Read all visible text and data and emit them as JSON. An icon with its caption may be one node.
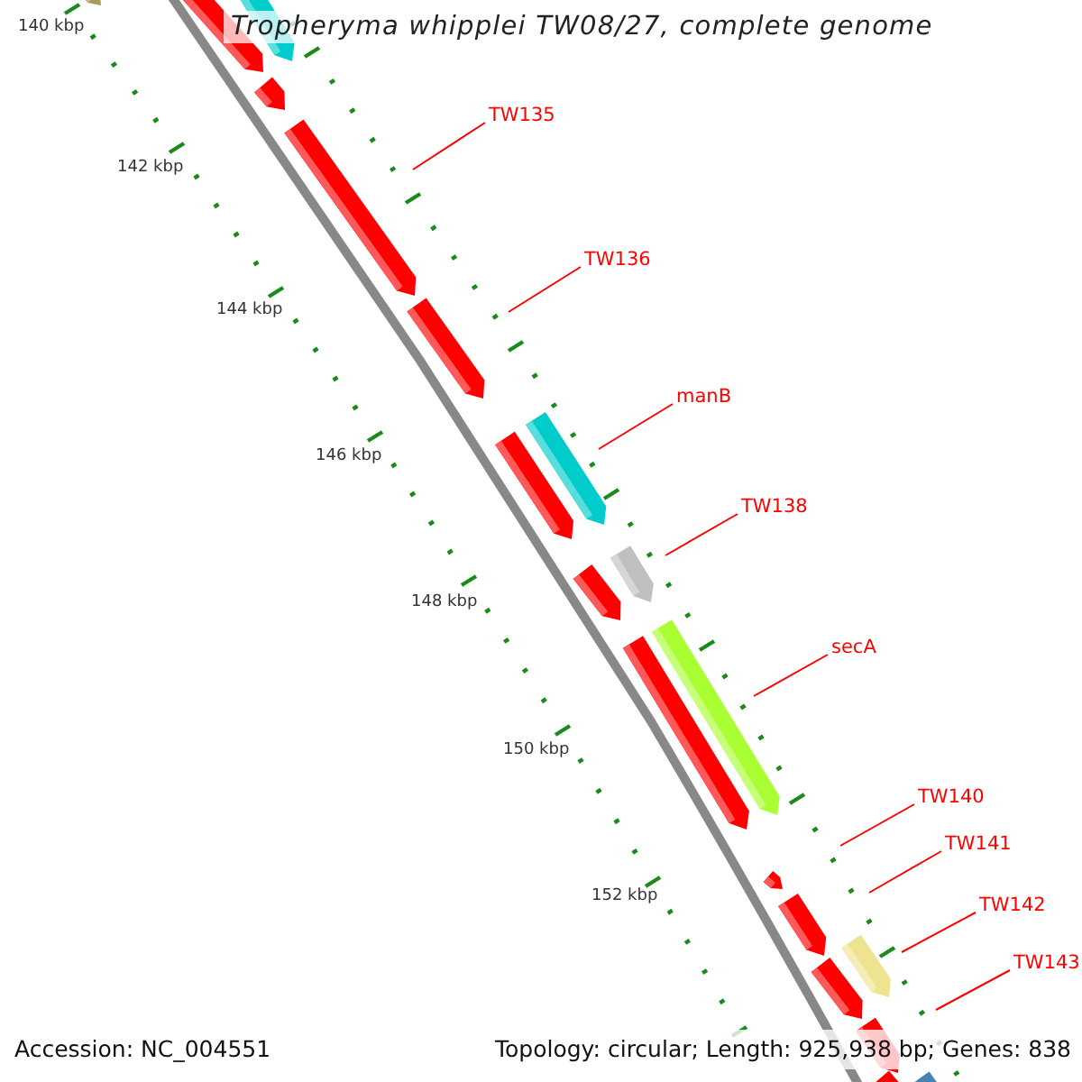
{
  "diagram": {
    "title": "Tropheryma whipplei TW08/27, complete genome",
    "nodes": [
      {
        "text": [
          "TW135"
        ]
      },
      {
        "text": [
          "TW136"
        ]
      },
      {
        "text": [
          "manB"
        ]
      },
      {
        "text": [
          "TW138"
        ]
      },
      {
        "text": [
          "secA"
        ]
      },
      {
        "text": [
          "TW140"
        ]
      },
      {
        "text": [
          "TW141"
        ]
      },
      {
        "text": [
          "TW142"
        ]
      },
      {
        "text": [
          "TW143"
        ]
      }
    ],
    "edges": [
      {
        "from": 0,
        "to": null,
        "arrow": "none",
        "color": "#ff0000"
      },
      {
        "from": 1,
        "to": null,
        "arrow": "none",
        "color": "#ff0000"
      },
      {
        "from": 2,
        "to": null,
        "arrow": "none",
        "color": "#ff0000"
      },
      {
        "from": 3,
        "to": null,
        "arrow": "none",
        "color": "#ff0000"
      },
      {
        "from": 4,
        "to": null,
        "arrow": "none",
        "color": "#ff0000"
      },
      {
        "from": 5,
        "to": null,
        "arrow": "none",
        "color": "#ff0000"
      },
      {
        "from": 6,
        "to": null,
        "arrow": "none",
        "color": "#ff0000"
      },
      {
        "from": 7,
        "to": null,
        "arrow": "none",
        "color": "#ff0000"
      },
      {
        "from": 8,
        "to": null,
        "arrow": "none",
        "color": "#ff0000"
      }
    ],
    "labels": [
      "140 kbp",
      "142 kbp",
      "144 kbp",
      "146 kbp",
      "148 kbp",
      "150 kbp",
      "152 kbp",
      "Accession: NC_004551",
      "Topology: circular; Length: 925,938 bp; Genes: 838"
    ]
  }
}
